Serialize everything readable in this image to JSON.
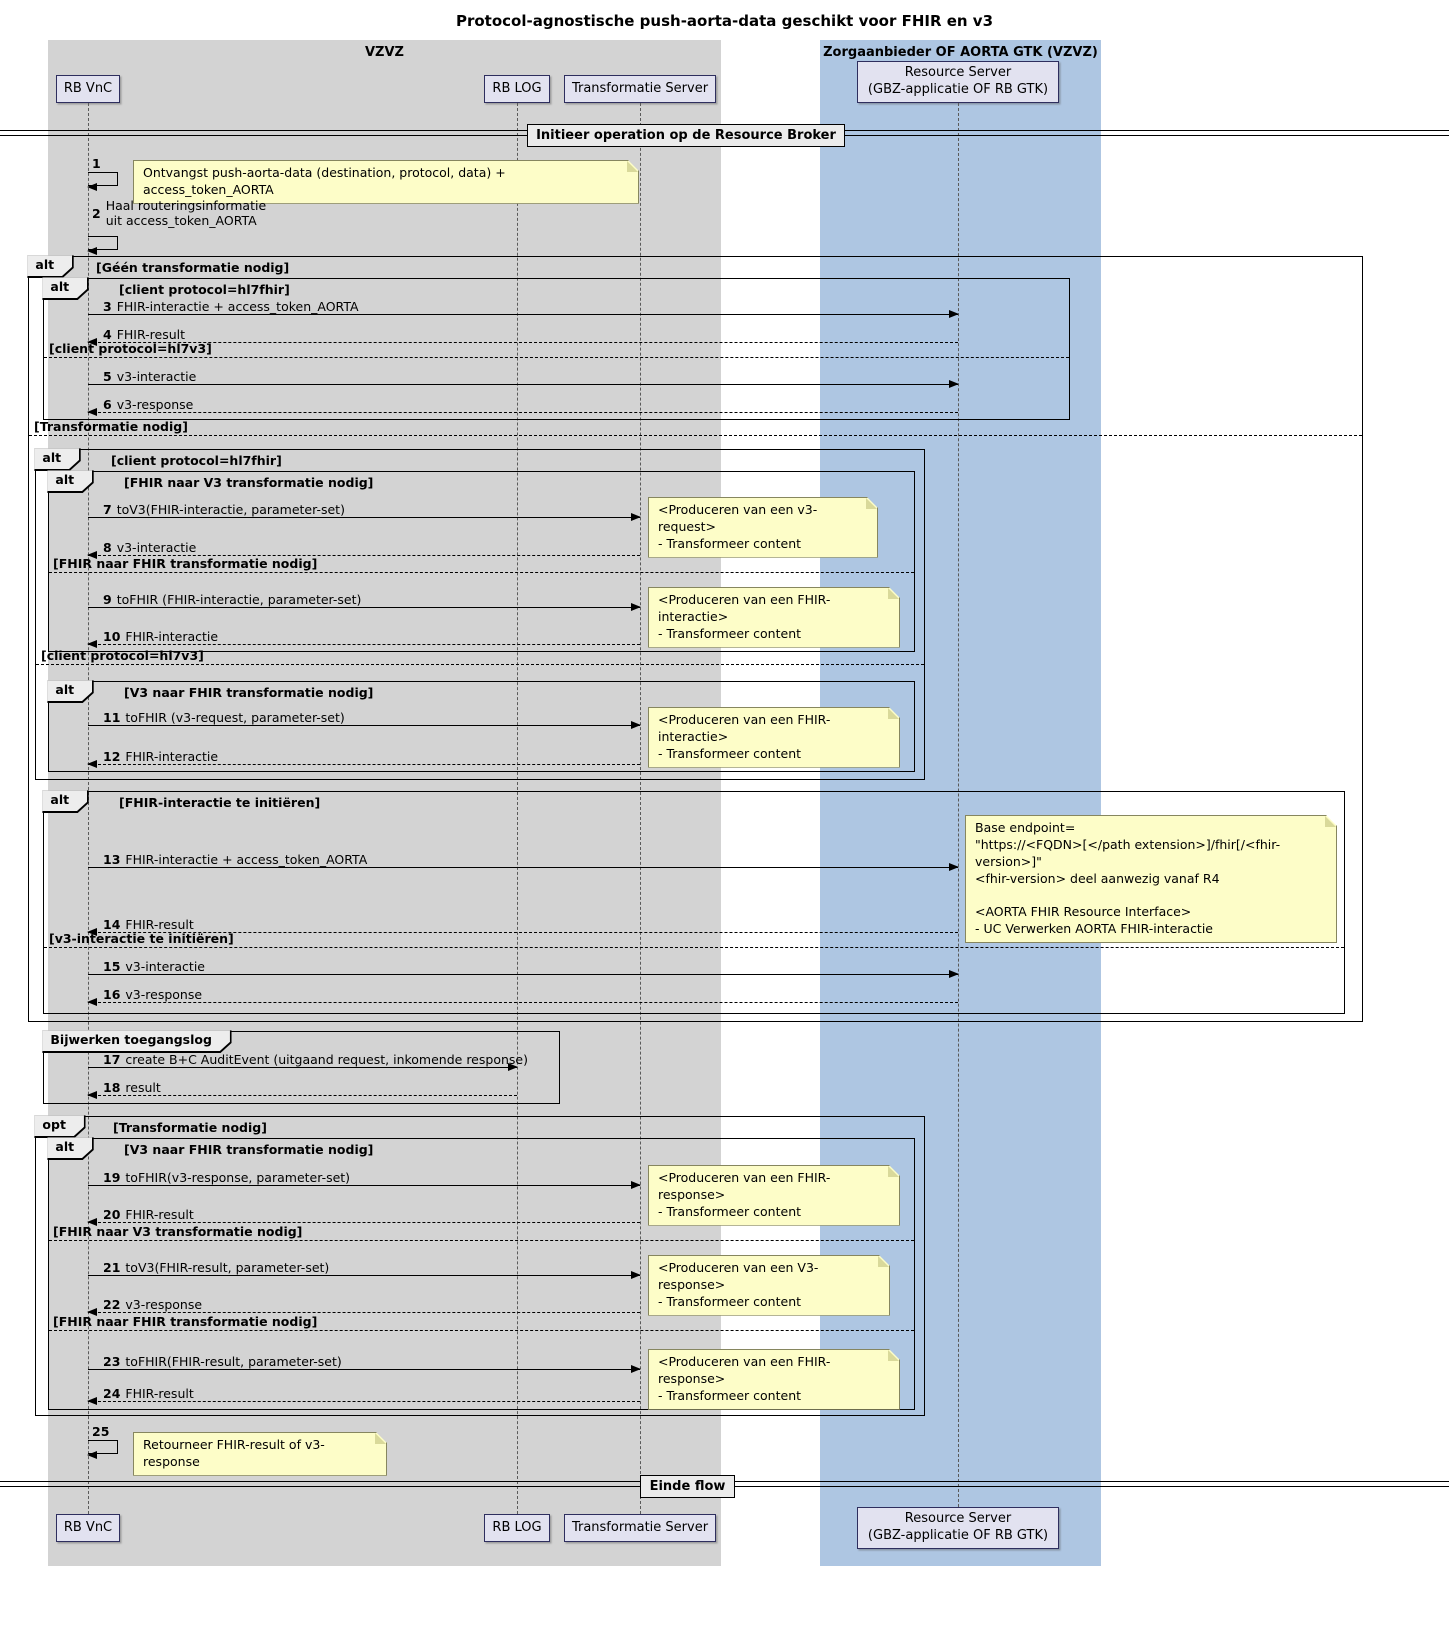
{
  "title": "Protocol-agnostische push-aorta-data geschikt voor FHIR en v3",
  "boxes": {
    "vzvz": "VZVZ",
    "zorgaanbieder": "Zorgaanbieder OF AORTA GTK (VZVZ)"
  },
  "participants": {
    "rbvnc": "RB VnC",
    "rblog": "RB LOG",
    "transformatie": "Transformatie Server",
    "resource1": "Resource Server",
    "resource2": "(GBZ-applicatie OF RB GTK)"
  },
  "dividers": {
    "start": "Initieer operation op de Resource Broker",
    "end": "Einde flow"
  },
  "frames": {
    "f1": {
      "kind": "alt",
      "cond": "[Géén transformatie nodig]",
      "else1": "[Transformatie nodig]"
    },
    "f2": {
      "kind": "alt",
      "cond": "[client protocol=hl7fhir]",
      "else1": "[client protocol=hl7v3]"
    },
    "f3": {
      "kind": "alt",
      "cond": "[client protocol=hl7fhir]",
      "else1": "[client protocol=hl7v3]"
    },
    "f4": {
      "kind": "alt",
      "cond": "[FHIR naar V3 transformatie nodig]",
      "else1": "[FHIR naar FHIR transformatie nodig]"
    },
    "f5": {
      "kind": "alt",
      "cond": "[V3 naar FHIR transformatie nodig]"
    },
    "f6": {
      "kind": "alt",
      "cond": "[FHIR-interactie te initiëren]",
      "else1": "[v3-interactie te initiëren]"
    },
    "f7": {
      "kind": "Bijwerken toegangslog"
    },
    "f8": {
      "kind": "opt",
      "cond": "[Transformatie nodig]"
    },
    "f9": {
      "kind": "alt",
      "cond": "[V3 naar FHIR transformatie nodig]",
      "else1": "[FHIR naar V3 transformatie nodig]",
      "else2": "[FHIR naar FHIR transformatie nodig]"
    }
  },
  "messages": {
    "m1": {
      "num": "1",
      "label": ""
    },
    "m2": {
      "num": "2",
      "label": "Haal routeringsinformatie\nuit access_token_AORTA"
    },
    "m3": {
      "num": "3",
      "label": "FHIR-interactie + access_token_AORTA"
    },
    "m4": {
      "num": "4",
      "label": "FHIR-result"
    },
    "m5": {
      "num": "5",
      "label": "v3-interactie"
    },
    "m6": {
      "num": "6",
      "label": "v3-response"
    },
    "m7": {
      "num": "7",
      "label": "toV3(FHIR-interactie, parameter-set)"
    },
    "m8": {
      "num": "8",
      "label": "v3-interactie"
    },
    "m9": {
      "num": "9",
      "label": "toFHIR (FHIR-interactie, parameter-set)"
    },
    "m10": {
      "num": "10",
      "label": "FHIR-interactie"
    },
    "m11": {
      "num": "11",
      "label": "toFHIR (v3-request, parameter-set)"
    },
    "m12": {
      "num": "12",
      "label": "FHIR-interactie"
    },
    "m13": {
      "num": "13",
      "label": "FHIR-interactie + access_token_AORTA"
    },
    "m14": {
      "num": "14",
      "label": "FHIR-result"
    },
    "m15": {
      "num": "15",
      "label": "v3-interactie"
    },
    "m16": {
      "num": "16",
      "label": "v3-response"
    },
    "m17": {
      "num": "17",
      "label": "create B+C AuditEvent (uitgaand request, inkomende response)"
    },
    "m18": {
      "num": "18",
      "label": "result"
    },
    "m19": {
      "num": "19",
      "label": "toFHIR(v3-response, parameter-set)"
    },
    "m20": {
      "num": "20",
      "label": "FHIR-result"
    },
    "m21": {
      "num": "21",
      "label": "toV3(FHIR-result, parameter-set)"
    },
    "m22": {
      "num": "22",
      "label": "v3-response"
    },
    "m23": {
      "num": "23",
      "label": "toFHIR(FHIR-result, parameter-set)"
    },
    "m24": {
      "num": "24",
      "label": "FHIR-result"
    },
    "m25": {
      "num": "25",
      "label": ""
    }
  },
  "notes": {
    "n1": "Ontvangst push-aorta-data (destination, protocol, data) + access_token_AORTA",
    "n7": "<Produceren van een v3-request>\n- Transformeer content",
    "n9": "<Produceren van een FHIR-interactie>\n- Transformeer content",
    "n11": "<Produceren van een FHIR-interactie>\n- Transformeer content",
    "n13": "Base endpoint=\n\"https://<FQDN>[</path extension>]/fhir[/<fhir-version>]\"\n<fhir-version> deel aanwezig vanaf R4\n\n<AORTA FHIR Resource Interface>\n- UC Verwerken AORTA FHIR-interactie",
    "n19": "<Produceren van een FHIR-response>\n- Transformeer content",
    "n21": "<Produceren van een V3-response>\n- Transformeer content",
    "n23": "<Produceren van een FHIR-response>\n- Transformeer content",
    "n25": "Retourneer FHIR-result of v3-response"
  },
  "colors": {
    "vzvz_box": "#d3d3d3",
    "zorg_box": "#aec6e2",
    "participant_fill": "#e2e2f0",
    "participant_border": "#2e2e5e",
    "note_fill": "#fdfdc8",
    "note_border": "#86865f"
  }
}
